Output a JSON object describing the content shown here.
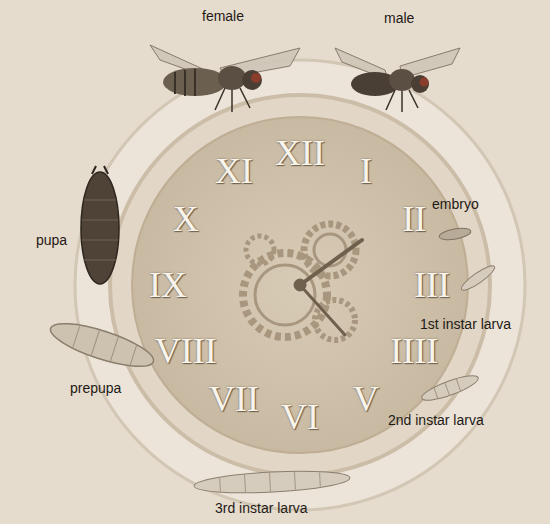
{
  "diagram": {
    "labels": [
      "female",
      "male",
      "embryo",
      "1st instar larva",
      "2nd instar larva",
      "3rd instar larva",
      "prepupa",
      "pupa",
      "XII",
      "I",
      "II",
      "III",
      "IIII",
      "V",
      "VI",
      "VII",
      "VIII",
      "IX",
      "X",
      "XI"
    ]
  }
}
